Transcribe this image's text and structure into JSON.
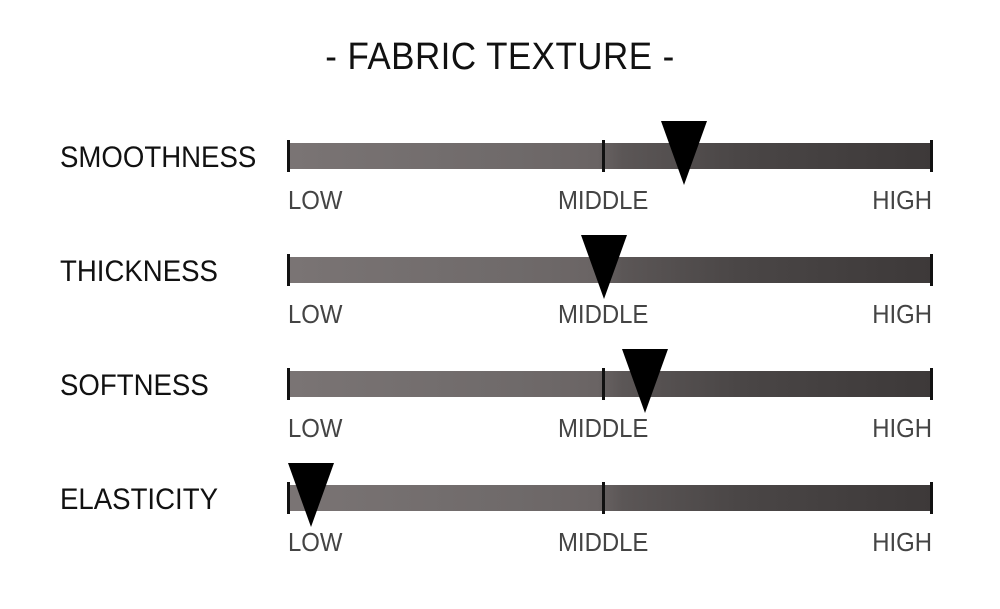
{
  "title": "- FABRIC TEXTURE -",
  "scale": {
    "low": "LOW",
    "middle": "MIDDLE",
    "high": "HIGH"
  },
  "ratings": [
    {
      "label": "SMOOTHNESS",
      "value": 0.615
    },
    {
      "label": "THICKNESS",
      "value": 0.49
    },
    {
      "label": "SOFTNESS",
      "value": 0.555
    },
    {
      "label": "ELASTICITY",
      "value": 0.035
    }
  ],
  "colors": {
    "bar_light": "#7a7474",
    "bar_dark": "#3d3939",
    "marker": "#000000",
    "text": "#111111",
    "scale_text": "#444444"
  }
}
